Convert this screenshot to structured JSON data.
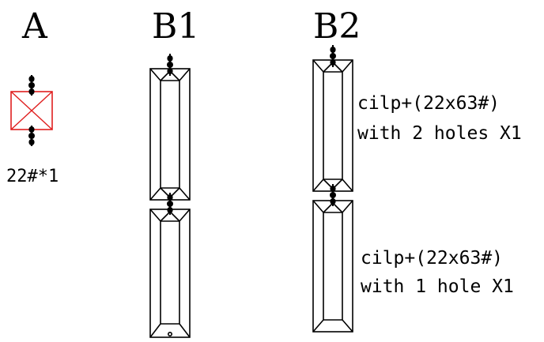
{
  "labels": {
    "a": "A",
    "b1": "B1",
    "b2": "B2"
  },
  "part_a": {
    "spec": "22#*1",
    "box_color": "#e02020"
  },
  "part_b2": {
    "upper_note_line1": "cilp+(22x63#)",
    "upper_note_line2": "with 2 holes X1",
    "lower_note_line1": "cilp+(22x63#)",
    "lower_note_line2": "with 1 hole X1"
  },
  "colors": {
    "line": "#000000",
    "accent": "#e02020"
  }
}
